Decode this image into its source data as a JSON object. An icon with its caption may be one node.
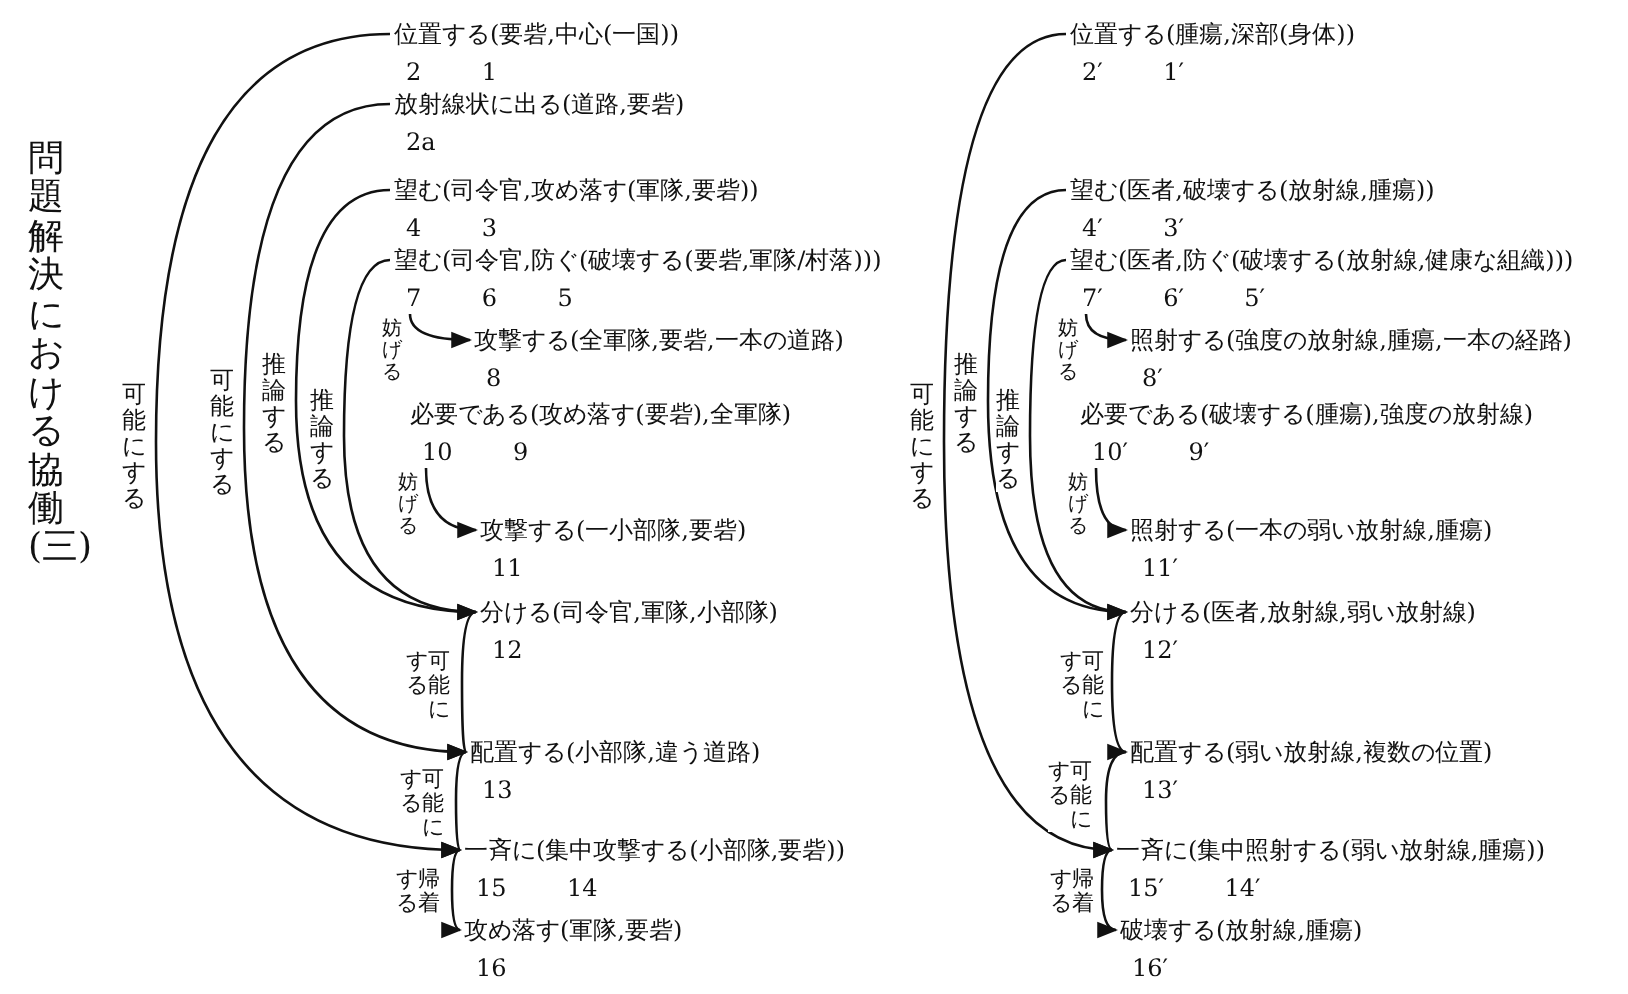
{
  "diagram": {
    "nodes": [
      {
        "text": [
          "位置する(要砦,中心(一国))",
          "2 1"
        ]
      },
      {
        "text": [
          "放射線状に出る(道路,要砦)",
          "2a"
        ]
      },
      {
        "text": [
          "望む(司令官,攻め落す(軍隊,要砦))",
          "4 3"
        ]
      },
      {
        "text": [
          "望む(司令官,防ぐ(破壊する(要砦,軍隊/村落)))",
          "7 6 5"
        ]
      },
      {
        "text": [
          "攻撃する(全軍隊,要砦,一本の道路)",
          "8"
        ]
      },
      {
        "text": [
          "必要である(攻め落す(要砦),全軍隊)",
          "10 9"
        ]
      },
      {
        "text": [
          "攻撃する(一小部隊,要砦)",
          "11"
        ]
      },
      {
        "text": [
          "分ける(司令官,軍隊,小部隊)",
          "12"
        ]
      },
      {
        "text": [
          "配置する(小部隊,違う道路)",
          "13"
        ]
      },
      {
        "text": [
          "一斉に(集中攻撃する(小部隊,要砦))",
          "15 14"
        ]
      },
      {
        "text": [
          "攻め落す(軍隊,要砦)",
          "16"
        ]
      },
      {
        "text": [
          "位置する(腫瘍,深部(身体))",
          "2′ 1′"
        ]
      },
      {
        "text": [
          "望む(医者,破壊する(放射線,腫瘍))",
          "4′ 3′"
        ]
      },
      {
        "text": [
          "望む(医者,防ぐ(破壊する(放射線,健康な組織)))",
          "7′ 6′ 5′"
        ]
      },
      {
        "text": [
          "照射する(強度の放射線,腫瘍,一本の経路)",
          "8′"
        ]
      },
      {
        "text": [
          "必要である(破壊する(腫瘍),強度の放射線)",
          "10′ 9′"
        ]
      },
      {
        "text": [
          "照射する(一本の弱い放射線,腫瘍)",
          "11′"
        ]
      },
      {
        "text": [
          "分ける(医者,放射線,弱い放射線)",
          "12′"
        ]
      },
      {
        "text": [
          "配置する(弱い放射線,複数の位置)",
          "13′"
        ]
      },
      {
        "text": [
          "一斉に(集中照射する(弱い放射線,腫瘍))",
          "15′ 14′"
        ]
      },
      {
        "text": [
          "破壊する(放射線,腫瘍)",
          "16′"
        ]
      }
    ],
    "edges": [
      {
        "from": 3,
        "to": 4,
        "arrow": "to",
        "label": "妨げる"
      },
      {
        "from": 5,
        "to": 6,
        "arrow": "to",
        "label": "妨げる"
      },
      {
        "from": 3,
        "to": 7,
        "arrow": "to",
        "label": "推論する"
      },
      {
        "from": 2,
        "to": 7,
        "arrow": "to",
        "label": "推論する"
      },
      {
        "from": 1,
        "to": 8,
        "arrow": "to",
        "label": "可能にする"
      },
      {
        "from": 0,
        "to": 9,
        "arrow": "to",
        "label": "可能にする"
      },
      {
        "from": 7,
        "to": 8,
        "arrow": "to",
        "label": "可能にする"
      },
      {
        "from": 8,
        "to": 9,
        "arrow": "to",
        "label": "可能にする"
      },
      {
        "from": 9,
        "to": 10,
        "arrow": "to",
        "label": "帰着する"
      },
      {
        "from": 13,
        "to": 14,
        "arrow": "to",
        "label": "妨げる"
      },
      {
        "from": 15,
        "to": 16,
        "arrow": "to",
        "label": "妨げる"
      },
      {
        "from": 13,
        "to": 17,
        "arrow": "to",
        "label": "推論する"
      },
      {
        "from": 12,
        "to": 17,
        "arrow": "to",
        "label": "推論する"
      },
      {
        "from": 11,
        "to": 19,
        "arrow": "to",
        "label": "可能にする"
      },
      {
        "from": 17,
        "to": 18,
        "arrow": "to",
        "label": "可能にする"
      },
      {
        "from": 18,
        "to": 19,
        "arrow": "to",
        "label": "可能にする"
      },
      {
        "from": 19,
        "to": 20,
        "arrow": "to",
        "label": "帰着する"
      }
    ],
    "labels": [
      "問題解決における協働 (三)"
    ]
  }
}
